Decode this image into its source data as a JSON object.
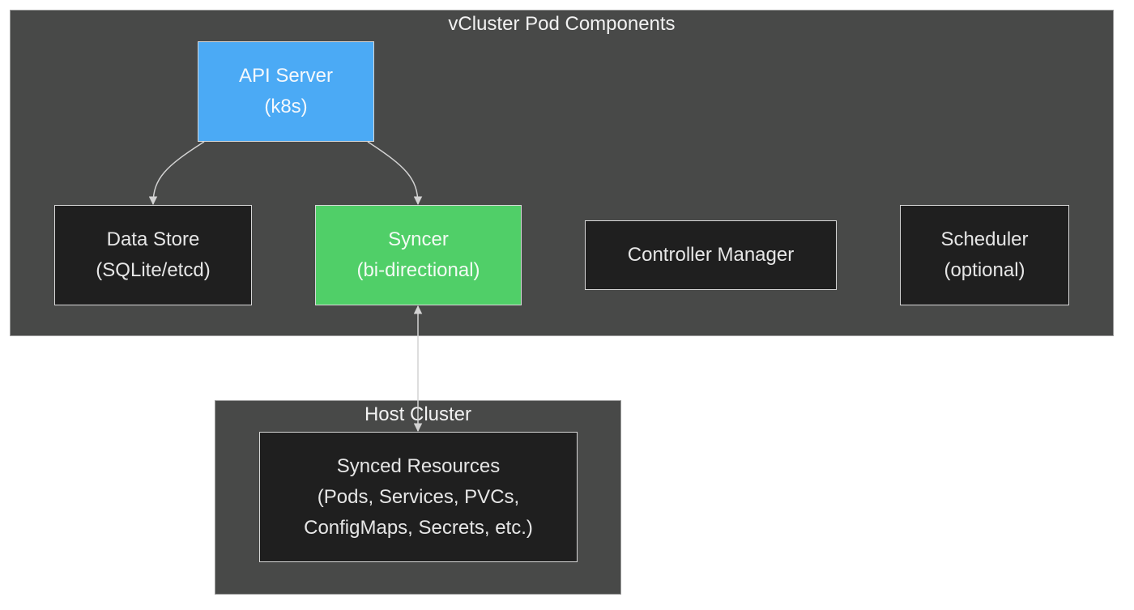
{
  "clusters": {
    "vcluster": {
      "title": "vCluster Pod Components"
    },
    "host": {
      "title": "Host Cluster"
    }
  },
  "nodes": {
    "api_server": {
      "lines": [
        "API Server",
        "(k8s)"
      ],
      "color": "#4baaf5"
    },
    "data_store": {
      "lines": [
        "Data Store",
        "(SQLite/etcd)"
      ]
    },
    "syncer": {
      "lines": [
        "Syncer",
        "(bi-directional)"
      ],
      "color": "#50cf68"
    },
    "controller_manager": {
      "lines": [
        "Controller Manager"
      ]
    },
    "scheduler": {
      "lines": [
        "Scheduler",
        "(optional)"
      ]
    },
    "synced_resources": {
      "lines": [
        "Synced Resources",
        "(Pods, Services, PVCs,",
        "ConfigMaps, Secrets, etc.)"
      ]
    }
  },
  "edges": [
    {
      "from": "api_server",
      "to": "data_store",
      "direction": "forward"
    },
    {
      "from": "api_server",
      "to": "syncer",
      "direction": "forward"
    },
    {
      "from": "syncer",
      "to": "synced_resources",
      "direction": "both"
    }
  ]
}
